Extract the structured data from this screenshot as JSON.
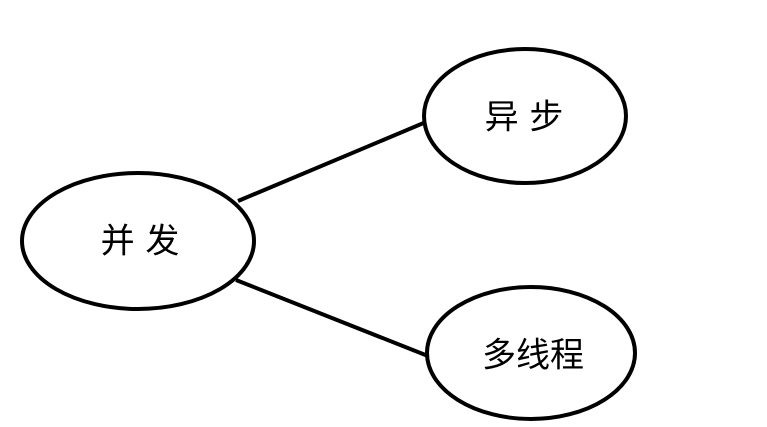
{
  "diagram": {
    "nodes": [
      {
        "id": "concurrency",
        "label": "并 发"
      },
      {
        "id": "async",
        "label": "异 步"
      },
      {
        "id": "multithread",
        "label": "多线程"
      }
    ],
    "edges": [
      {
        "from": "concurrency",
        "to": "async"
      },
      {
        "from": "concurrency",
        "to": "multithread"
      }
    ],
    "colors": {
      "stroke": "#000000",
      "fill": "#ffffff",
      "background": "#ffffff"
    }
  }
}
